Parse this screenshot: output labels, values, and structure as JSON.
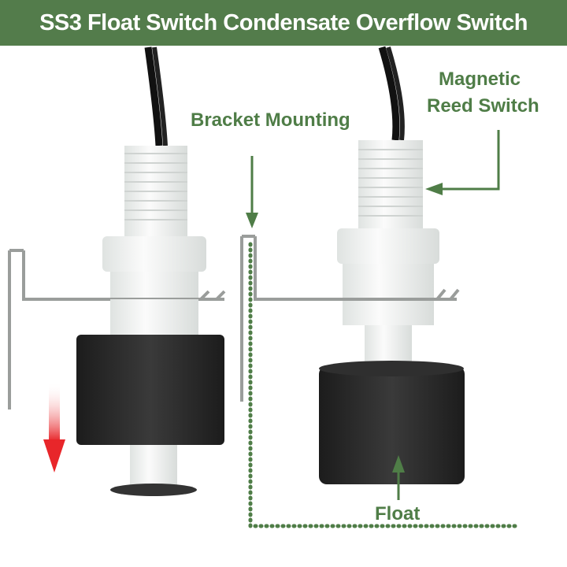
{
  "title": "SS3 Float Switch Condensate Overflow Switch",
  "labels": {
    "bracket": "Bracket Mounting",
    "reed_line1": "Magnetic",
    "reed_line2": "Reed Switch",
    "float": "Float"
  },
  "colors": {
    "banner": "#537c4b",
    "label_green": "#4f7d47",
    "arrow_red": "#e8262a",
    "float_black": "#2a2a2a",
    "plastic_white": "#eef0ee"
  }
}
